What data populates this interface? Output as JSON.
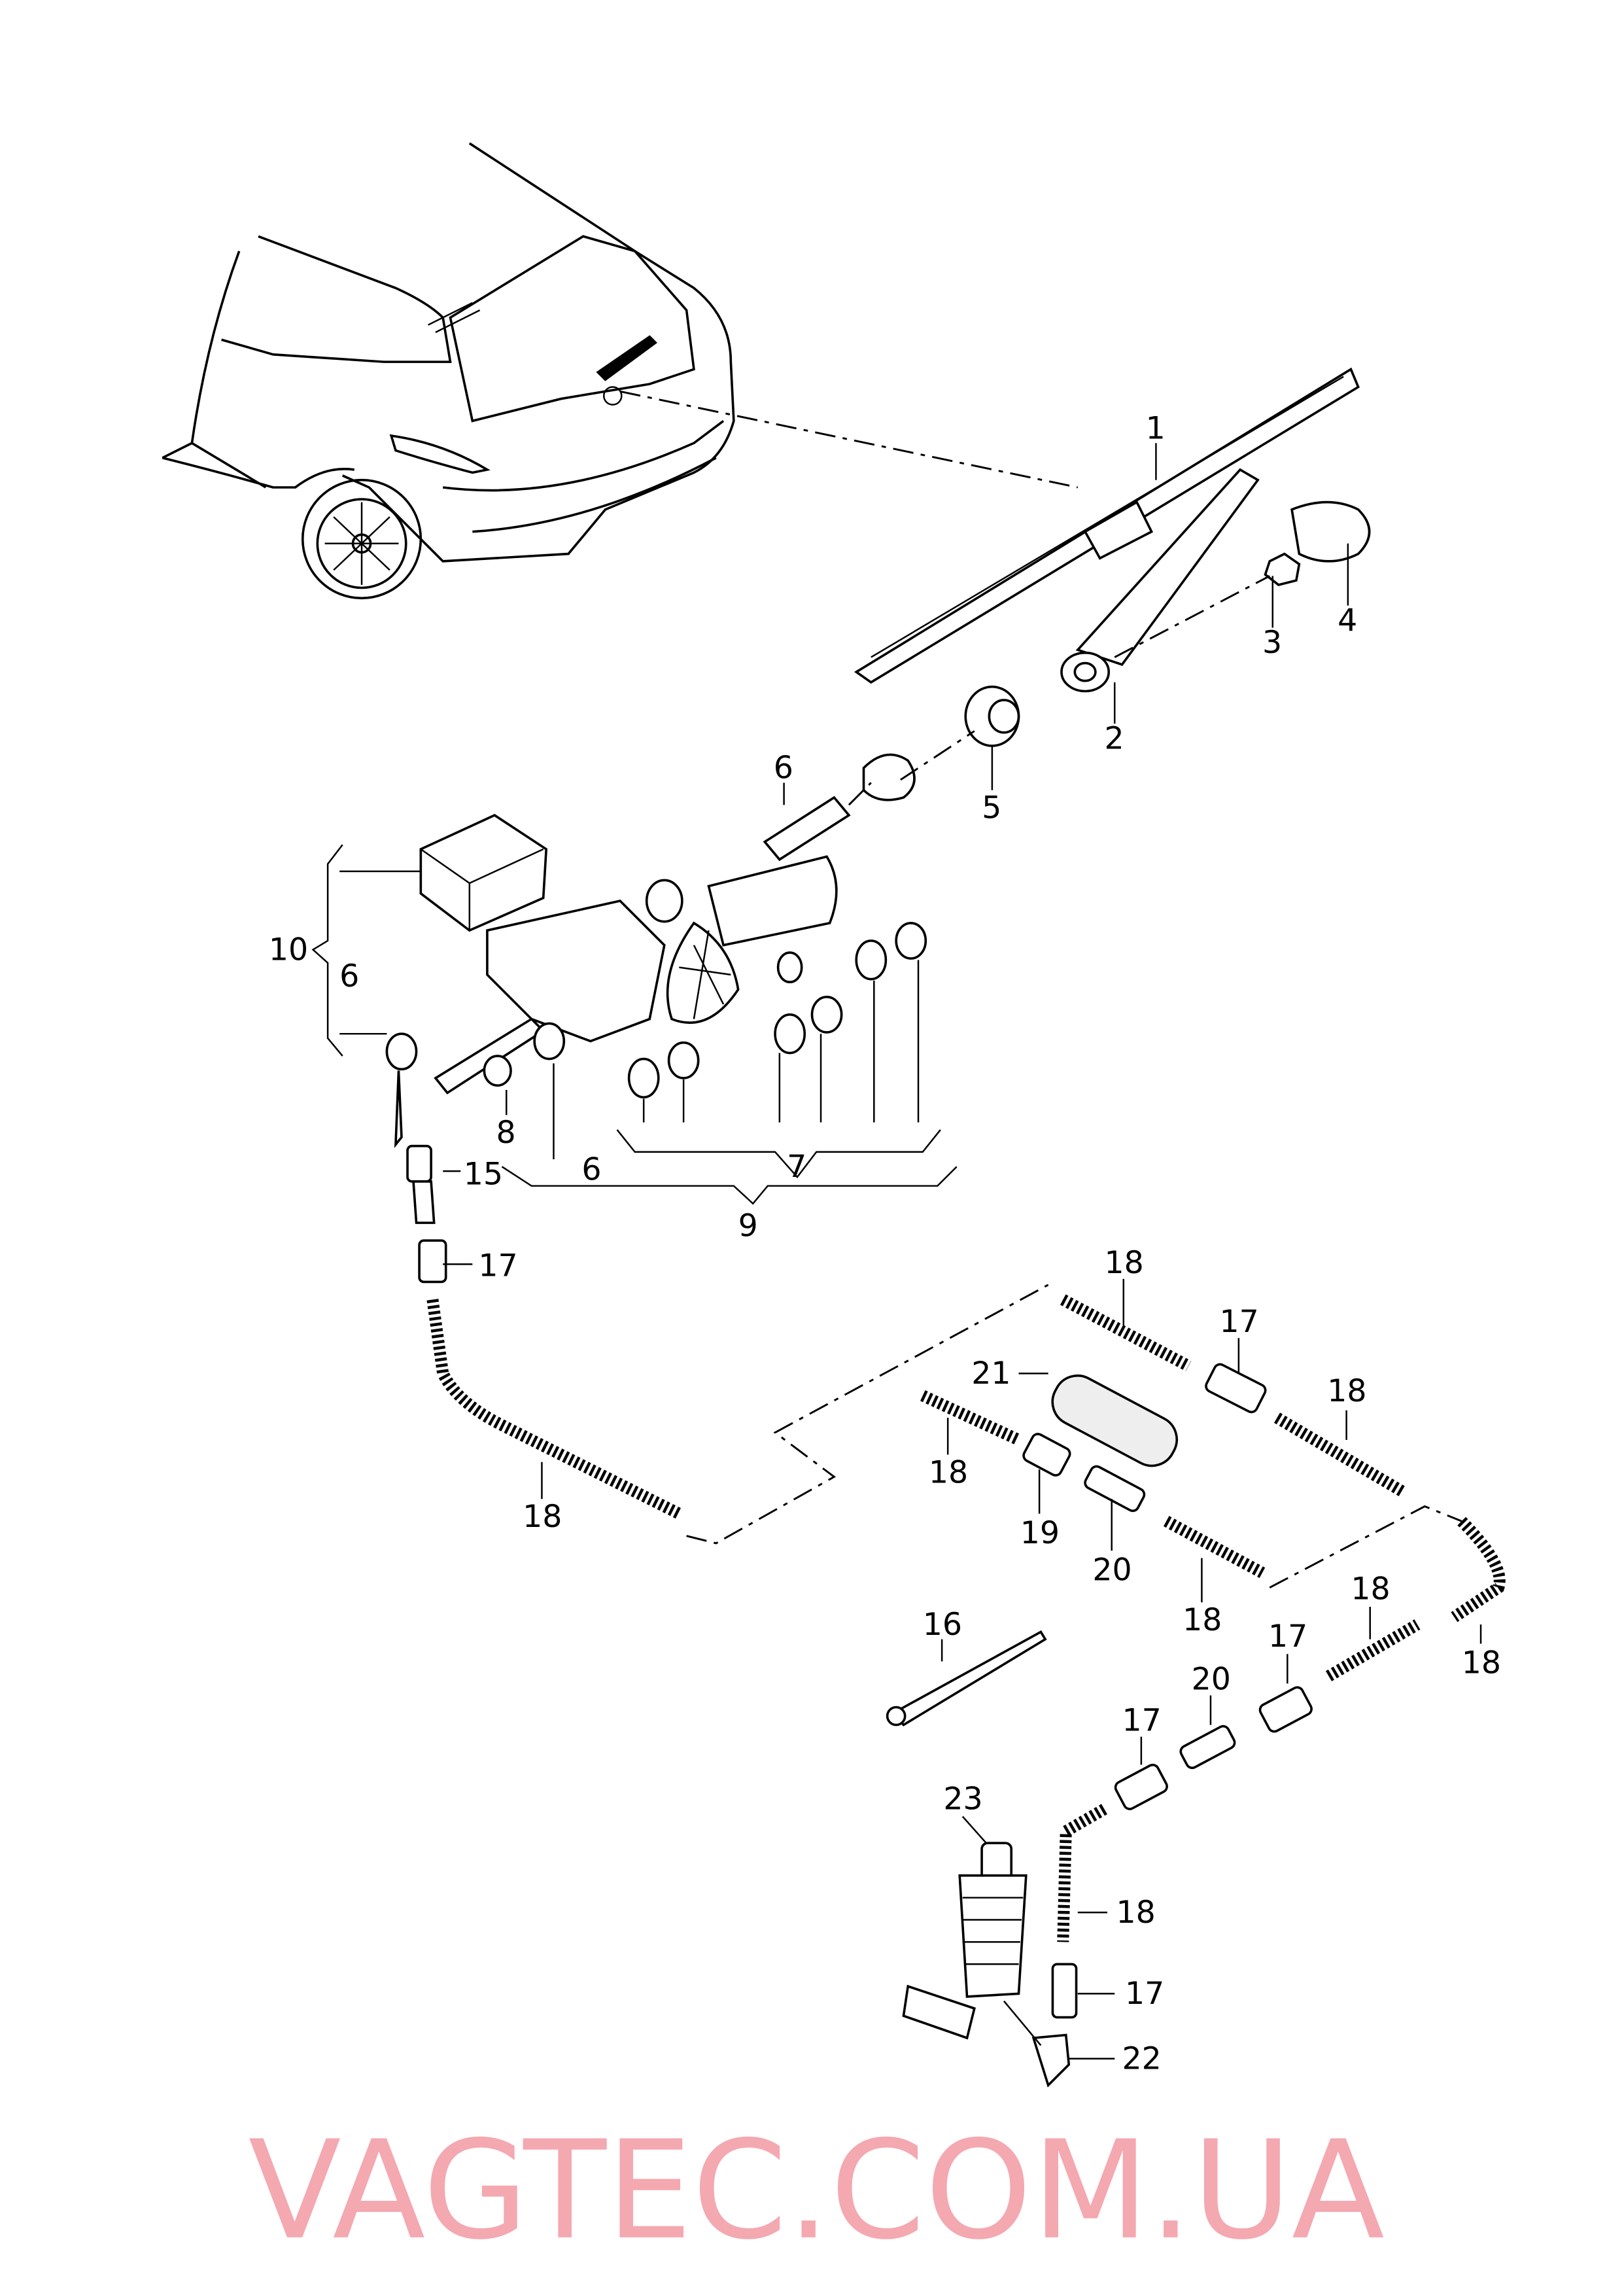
{
  "diagram": {
    "watermark": "VAGTEC.COM.UA",
    "watermark_color": "#f39aa3",
    "callouts": [
      {
        "id": "1",
        "label": "1"
      },
      {
        "id": "2",
        "label": "2"
      },
      {
        "id": "3",
        "label": "3"
      },
      {
        "id": "4",
        "label": "4"
      },
      {
        "id": "5",
        "label": "5"
      },
      {
        "id": "6a",
        "label": "6"
      },
      {
        "id": "10",
        "label": "10"
      },
      {
        "id": "6b",
        "label": "6"
      },
      {
        "id": "8",
        "label": "8"
      },
      {
        "id": "6c",
        "label": "6"
      },
      {
        "id": "7",
        "label": "7"
      },
      {
        "id": "9",
        "label": "9"
      },
      {
        "id": "15",
        "label": "15"
      },
      {
        "id": "17a",
        "label": "17"
      },
      {
        "id": "18a",
        "label": "18"
      },
      {
        "id": "17b",
        "label": "17"
      },
      {
        "id": "18b",
        "label": "18"
      },
      {
        "id": "21",
        "label": "21"
      },
      {
        "id": "18c",
        "label": "18"
      },
      {
        "id": "19",
        "label": "19"
      },
      {
        "id": "20a",
        "label": "20"
      },
      {
        "id": "18d",
        "label": "18"
      },
      {
        "id": "18e",
        "label": "18"
      },
      {
        "id": "16",
        "label": "16"
      },
      {
        "id": "18f",
        "label": "18"
      },
      {
        "id": "17c",
        "label": "17"
      },
      {
        "id": "18g",
        "label": "18"
      },
      {
        "id": "20b",
        "label": "20"
      },
      {
        "id": "17d",
        "label": "17"
      },
      {
        "id": "23",
        "label": "23"
      },
      {
        "id": "18h",
        "label": "18"
      },
      {
        "id": "17e",
        "label": "17"
      },
      {
        "id": "22",
        "label": "22"
      }
    ]
  }
}
